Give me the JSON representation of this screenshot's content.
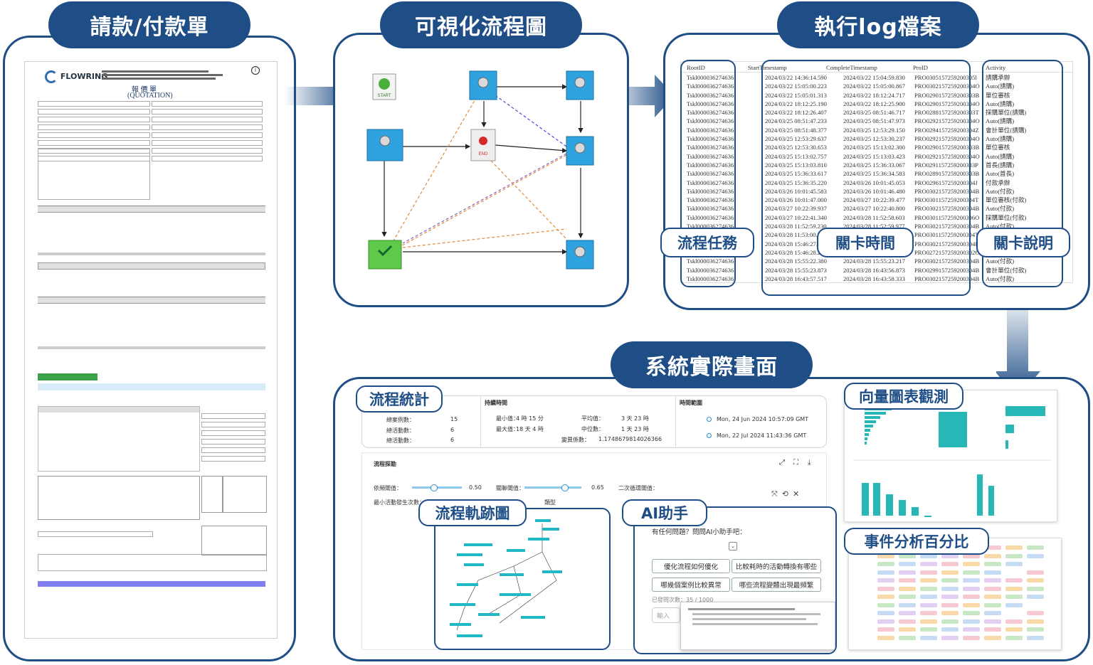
{
  "sections": {
    "form": "請款/付款單",
    "flow": "可視化流程圖",
    "log": "執行log檔案",
    "system": "系統實際畫面"
  },
  "form_doc": {
    "logo": "FLOWRING",
    "title": "報 價 單",
    "subtitle": "(QUOTATION)"
  },
  "flow_nodes": {
    "start": "START",
    "end": "END"
  },
  "log_table": {
    "headers": [
      "RootID",
      "StartTimestamp",
      "CompleteTimestamp",
      "ProID",
      "Activity"
    ],
    "rows": [
      [
        "Tskl000036274636",
        "2024/03/22 14:36:14.590",
        "2024/03/22 15:04:59.830",
        "PRO0305157259200305l",
        "請購承辦"
      ],
      [
        "Tskl000036274636",
        "2024/03/22 15:05:00.223",
        "2024/03/22 15:05:00.867",
        "PRO0302157259200304O",
        "Auto(請購)"
      ],
      [
        "Tskl000036274636",
        "2024/03/22 15:05:01.313",
        "2024/03/22 18:12:24.717",
        "PRO0290157259200303B",
        "單位審核"
      ],
      [
        "Tskl000036274636",
        "2024/03/22 18:12:25.190",
        "2024/03/22 18:12:25.900",
        "PRO0290157259200304O",
        "Auto(請購)"
      ],
      [
        "Tskl000036274636",
        "2024/03/22 18:12:26.407",
        "2024/03/25 08:51:46.717",
        "PRO0288157259200303T",
        "採購單位(請購)"
      ],
      [
        "Tskl000036274636",
        "2024/03/25 08:51:47.233",
        "2024/03/25 08:51:47.973",
        "PRO0292157259200304O",
        "Auto(請購)"
      ],
      [
        "Tskl000036274636",
        "2024/03/25 08:51:48.377",
        "2024/03/25 12:53:29.150",
        "PRO0294157259200304Z",
        "會計單位(請購)"
      ],
      [
        "Tskl000036274636",
        "2024/03/25 12:53:29.637",
        "2024/03/25 12:53:30.237",
        "PRO0292157259200304O",
        "Auto(請購)"
      ],
      [
        "Tskl000036274636",
        "2024/03/25 12:53:30.653",
        "2024/03/25 15:13:02.300",
        "PRO0290157259200303B",
        "單位審核"
      ],
      [
        "Tskl000036274636",
        "2024/03/25 15:13:02.757",
        "2024/03/25 15:13:03.423",
        "PRO0292157259200304O",
        "Auto(請購)"
      ],
      [
        "Tskl000036274636",
        "2024/03/25 15:13:03.810",
        "2024/03/25 15:36:33.067",
        "PRO0291157259200303P",
        "首長(請購)"
      ],
      [
        "Tskl000036274636",
        "2024/03/25 15:36:33.617",
        "2024/03/25 15:36:34.583",
        "PRO0289157259200303B",
        "Auto(首長)"
      ],
      [
        "Tskl000036274636",
        "2024/03/25 15:36:35.220",
        "2024/03/26 10:01:45.053",
        "PRO0296157259200304J",
        "付款承辦"
      ],
      [
        "Tskl000036274636",
        "2024/03/26 10:01:45.583",
        "2024/03/26 10:01:46.480",
        "PRO0302157259200304B",
        "Auto(付款)"
      ],
      [
        "Tskl000036274636",
        "2024/03/26 10:01:47.000",
        "2024/03/27 10:22:39.477",
        "PRO0301157259200304T",
        "單位審核(付款)"
      ],
      [
        "Tskl000036274636",
        "2024/03/27 10:22:39.937",
        "2024/03/27 10:22:40.800",
        "PRO0302157259200304B",
        "Auto(付款)"
      ],
      [
        "Tskl000036274636",
        "2024/03/27 10:22:41.340",
        "2024/03/28 11:52:58.603",
        "PRO0301157259200306O",
        "採購單位(付款)"
      ],
      [
        "Tskl000036274636",
        "2024/03/28 11:52:59.230",
        "2024/03/28 11:52:59.977",
        "PRO0302157259200304B",
        "Auto(付款)"
      ],
      [
        "Tskl000036274636",
        "2024/03/28 11:53:00.4",
        "",
        "PRO0301157259200304T",
        ""
      ],
      [
        "Tskl000036274636",
        "2024/03/28 15:46:27.0",
        "",
        "PRO0302157259200304B",
        ""
      ],
      [
        "Tskl000036274636",
        "2024/03/28 15:46:28.2",
        "",
        "PRO0272157259200302O",
        ""
      ],
      [
        "Tskl000036274636",
        "2024/03/28 15:55:22.380",
        "2024/03/28 15:55:23.217",
        "PRO0302157259200304B",
        "Auto(付款)"
      ],
      [
        "Tskl000036274636",
        "2024/03/28 15:55:23.873",
        "2024/03/28 16:43:56.873",
        "PRO0299157259200304B",
        "會計單位(付款)"
      ],
      [
        "Tskl000036274636",
        "2024/03/28 16:43:57.517",
        "2024/03/28 16:43:58.333",
        "PRO0302157259200304B",
        "Auto(付款)"
      ]
    ]
  },
  "labels": {
    "task": "流程任務",
    "time": "關卡時間",
    "desc": "關卡說明",
    "stats": "流程統計",
    "trail": "流程軌跡圖",
    "ai": "AI助手",
    "vector": "向量圖表觀測",
    "percent": "事件分析百分比"
  },
  "stats": {
    "total_cases_label": "總案例數：",
    "total_cases": "15",
    "total_activities_label": "總活動數：",
    "total_activities": "6",
    "total_events_label": "總活動數：",
    "total_events": "6",
    "duration_header": "持續時間",
    "min_label": "最小值：",
    "min": "4 時 15 分",
    "max_label": "最大值：",
    "max": "18 天 4 時",
    "avg_label": "平均值：",
    "avg": "3 天 23 時",
    "median_label": "中位數：",
    "median": "1 天 23 時",
    "cv_label": "變異係數：",
    "cv": "1.1748679814026366",
    "range_header": "時間範圍",
    "range_start": "Mon, 24 Jun 2024 10:57:09 GMT",
    "range_end": "Mon, 22 Jul 2024 11:43:36 GMT"
  },
  "explore": {
    "title": "流程探勘",
    "freq_label": "依頻閾值：",
    "freq": "0.50",
    "assoc_label": "關聯閾值：",
    "assoc": "0.65",
    "loop_label": "二次循環閾值：",
    "min_occ_label": "最小活動發生次數：",
    "type_label": "類型"
  },
  "ai": {
    "prompt": "有任何問題？問問AI小助手吧：",
    "chips": [
      "優化流程如何優化",
      "比較耗時的活動轉換有哪些",
      "哪幾個案例比較異常",
      "哪些流程變體出現最頻繁"
    ],
    "counter": "已發問次數：35 / 1000",
    "input_placeholder": "輸入"
  }
}
